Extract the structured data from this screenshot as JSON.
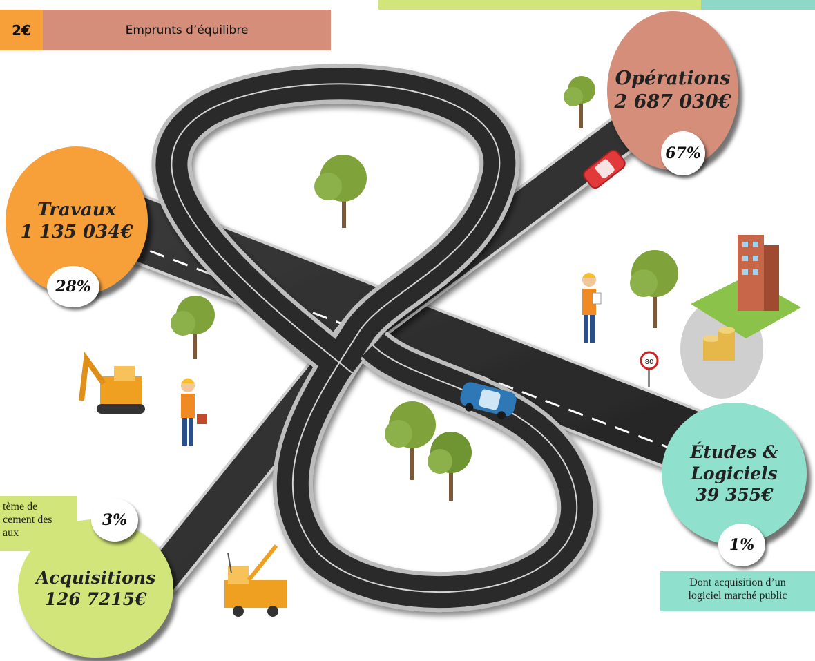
{
  "header": {
    "left_amount": "2€",
    "emprunts_label": "Emprunts d’équilibre",
    "colors": {
      "orange": "#f7a03a",
      "salmon": "#d48e7a",
      "green": "#d2e57a",
      "teal": "#8fd8c8"
    }
  },
  "hubs": {
    "operations": {
      "name": "Opérations",
      "amount": "2 687 030€",
      "percent": "67%",
      "color": "#d48e7a"
    },
    "travaux": {
      "name": "Travaux",
      "amount": "1 135 034€",
      "percent": "28%",
      "color": "#f7a03a"
    },
    "acquisitions": {
      "name": "Acquisitions",
      "amount": "126 7215€",
      "percent": "3%",
      "color": "#d2e57a"
    },
    "etudes": {
      "name_line1": "Études &",
      "name_line2": "Logiciels",
      "amount": "39 355€",
      "percent": "1%",
      "color": "#8fe0cc"
    }
  },
  "notes": {
    "systeme": {
      "line1": "tème de",
      "line2": "cement des",
      "line3": "aux"
    },
    "logiciel": {
      "line1": "Dont acquisition d’un",
      "line2": "logiciel marché public"
    }
  },
  "icons": [
    "tree-icon",
    "red-car-icon",
    "blue-car-icon",
    "excavator-icon",
    "crane-truck-icon",
    "worker-icon",
    "engineer-icon",
    "building-icon",
    "coins-icon",
    "speed-sign-icon"
  ],
  "sign_value": "80"
}
